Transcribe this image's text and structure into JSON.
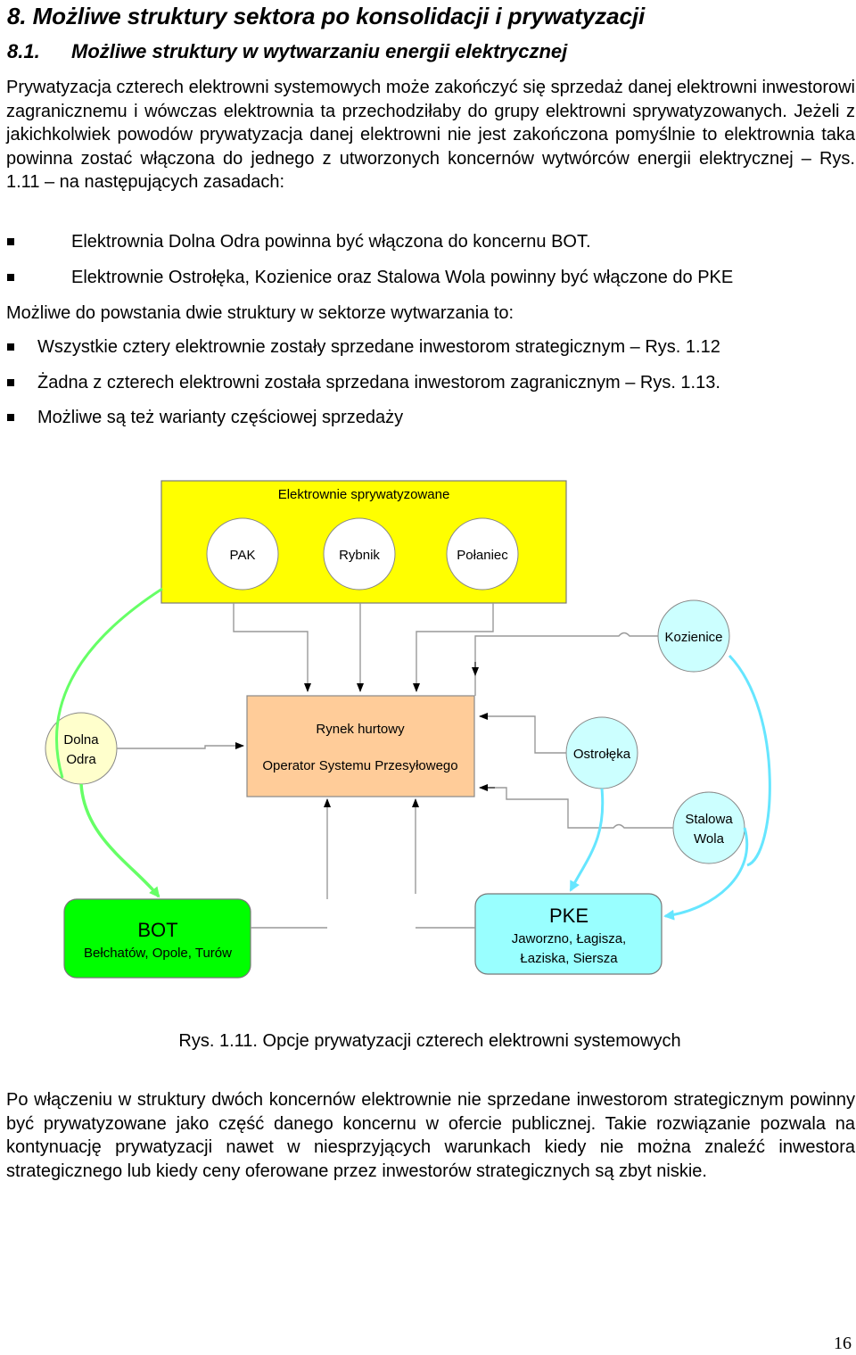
{
  "heading": {
    "section": "8. Możliwe struktury sektora po konsolidacji i prywatyzacji",
    "subsection_num": "8.1.",
    "subsection_title": "Możliwe struktury w wytwarzaniu energii elektrycznej"
  },
  "paragraph1": "Prywatyzacja czterech elektrowni systemowych może zakończyć się sprzedaż danej elektrowni inwestorowi zagranicznemu i wówczas elektrownia ta przechodziłaby do grupy elektrowni sprywatyzowanych. Jeżeli z jakichkolwiek powodów prywatyzacja danej elektrowni nie jest zakończona pomyślnie to elektrownia taka powinna zostać włączona do jednego z utworzonych koncernów wytwórców energii elektrycznej – Rys. 1.11 – na następujących zasadach:",
  "rules": [
    "Elektrownia Dolna Odra powinna być włączona do koncernu BOT.",
    "Elektrownie Ostrołęka, Kozienice oraz Stalowa Wola powinny być włączone do PKE"
  ],
  "intro": "Możliwe do powstania dwie struktury w sektorze wytwarzania to:",
  "options": [
    "Wszystkie cztery elektrownie zostały sprzedane inwestorom strategicznym – Rys. 1.12",
    "Żadna z czterech elektrowni została sprzedana inwestorom zagranicznym – Rys. 1.13.",
    "Możliwe są też warianty częściowej sprzedaży"
  ],
  "diagram": {
    "privatized_box": "Elektrownie sprywatyzowane",
    "privatized_plants": [
      "PAK",
      "Rybnik",
      "Połaniec"
    ],
    "market_box": {
      "line1": "Rynek hurtowy",
      "line2": "Operator Systemu Przesyłowego"
    },
    "plants": {
      "dolna_odra": [
        "Dolna",
        "Odra"
      ],
      "kozienice": "Kozienice",
      "ostroleka": "Ostrołęka",
      "stalowa_wola": [
        "Stalowa",
        "Wola"
      ]
    },
    "bot": {
      "name": "BOT",
      "members": "Bełchatów, Opole, Turów"
    },
    "pke": {
      "name": "PKE",
      "members_line1": "Jaworzno, Łagisza,",
      "members_line2": "Łaziska, Siersza"
    },
    "colors": {
      "privatized_fill": "#ffff00",
      "market_fill": "#ffcc99",
      "plant_fill": "#ffffcc",
      "pke_plant_fill": "#ccffff",
      "bot_fill": "#00ff00",
      "pke_fill": "#99ffff",
      "bot_arrow": "#66ff66",
      "pke_arrow": "#66e6ff"
    }
  },
  "caption": "Rys. 1.11. Opcje prywatyzacji czterech elektrowni systemowych",
  "paragraph2": "Po włączeniu w struktury dwóch koncernów elektrownie nie sprzedane inwestorom strategicznym powinny być prywatyzowane jako część danego koncernu w ofercie publicznej. Takie rozwiązanie pozwala na kontynuację prywatyzacji nawet w niesprzyjących warunkach kiedy nie można znaleźć inwestora strategicznego lub kiedy ceny oferowane przez inwestorów strategicznych są zbyt niskie.",
  "page_number": "16"
}
